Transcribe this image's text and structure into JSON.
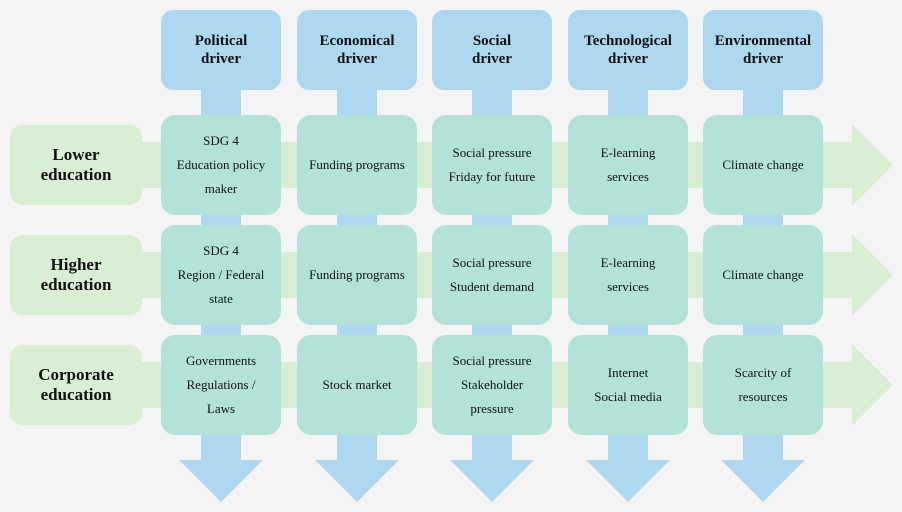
{
  "colors": {
    "column_header": "#aed8ef",
    "column_arrow": "#aed8ef",
    "row_header": "#d9efd3",
    "row_arrow": "#d9efd3",
    "cell": "#b3e2d9"
  },
  "columns": [
    {
      "title": "Political driver"
    },
    {
      "title": "Economical driver"
    },
    {
      "title": "Social driver"
    },
    {
      "title": "Technological driver"
    },
    {
      "title": "Environmental driver"
    }
  ],
  "rows": [
    {
      "title": "Lower education",
      "cells": [
        [
          "SDG 4",
          "Education policy",
          "maker"
        ],
        [
          "Funding programs"
        ],
        [
          "Social pressure",
          "Friday for future"
        ],
        [
          "E-learning",
          "services"
        ],
        [
          "Climate change"
        ]
      ]
    },
    {
      "title": "Higher education",
      "cells": [
        [
          "SDG 4",
          "Region / Federal",
          "state"
        ],
        [
          "Funding programs"
        ],
        [
          "Social pressure",
          "Student demand"
        ],
        [
          "E-learning",
          "services"
        ],
        [
          "Climate change"
        ]
      ]
    },
    {
      "title": "Corporate education",
      "cells": [
        [
          "Governments",
          "Regulations /",
          "Laws"
        ],
        [
          "Stock market"
        ],
        [
          "Social pressure",
          "Stakeholder",
          "pressure"
        ],
        [
          "Internet",
          "Social media"
        ],
        [
          "Scarcity of",
          "resources"
        ]
      ]
    }
  ]
}
